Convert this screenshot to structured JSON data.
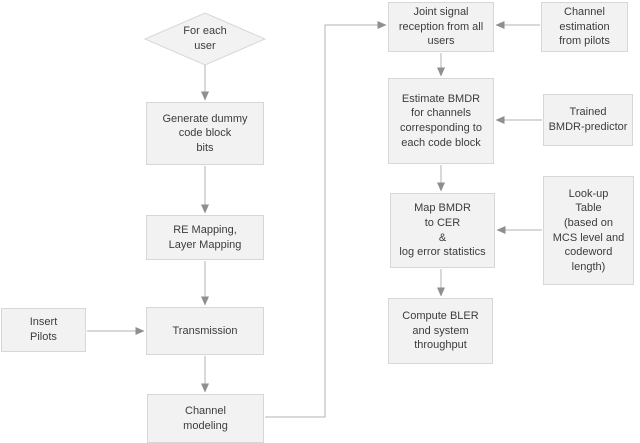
{
  "colors": {
    "box_fill": "#f2f2f2",
    "box_border": "#d7d7d7",
    "connector_line": "#b3b3b3",
    "arrowhead": "#8f8f8f",
    "text": "#3c3c3c",
    "background": "#ffffff"
  },
  "decision": {
    "label": "For each\nuser"
  },
  "nodes": {
    "generate_dummy": {
      "label": "Generate dummy\ncode block\nbits"
    },
    "re_mapping": {
      "label": "RE Mapping,\nLayer Mapping"
    },
    "insert_pilots": {
      "label": "Insert\nPilots"
    },
    "transmission": {
      "label": "Transmission"
    },
    "channel_modeling": {
      "label": "Channel\nmodeling"
    },
    "joint_reception": {
      "label": "Joint signal\nreception from all\nusers"
    },
    "channel_estimation": {
      "label": "Channel\nestimation\nfrom pilots"
    },
    "estimate_bmdr": {
      "label": "Estimate BMDR\nfor channels\ncorresponding to\neach code block"
    },
    "trained_predictor": {
      "label": "Trained\nBMDR-predictor"
    },
    "map_bmdr": {
      "label": "Map BMDR\nto CER\n&\nlog error statistics"
    },
    "lookup_table": {
      "label": "Look-up\nTable\n(based on\nMCS level and\ncodeword\nlength)"
    },
    "compute_bler": {
      "label": "Compute BLER\nand system\nthroughput"
    }
  },
  "edges": [
    {
      "from": "for-each-user",
      "to": "generate-dummy-code-block-bits"
    },
    {
      "from": "generate-dummy-code-block-bits",
      "to": "re-mapping-layer-mapping"
    },
    {
      "from": "re-mapping-layer-mapping",
      "to": "transmission"
    },
    {
      "from": "insert-pilots",
      "to": "transmission"
    },
    {
      "from": "transmission",
      "to": "channel-modeling"
    },
    {
      "from": "channel-modeling",
      "to": "joint-signal-reception"
    },
    {
      "from": "channel-estimation-from-pilots",
      "to": "joint-signal-reception"
    },
    {
      "from": "joint-signal-reception",
      "to": "estimate-bmdr"
    },
    {
      "from": "trained-bmdr-predictor",
      "to": "estimate-bmdr"
    },
    {
      "from": "estimate-bmdr",
      "to": "map-bmdr-to-cer"
    },
    {
      "from": "lookup-table",
      "to": "map-bmdr-to-cer"
    },
    {
      "from": "map-bmdr-to-cer",
      "to": "compute-bler-and-throughput"
    }
  ]
}
